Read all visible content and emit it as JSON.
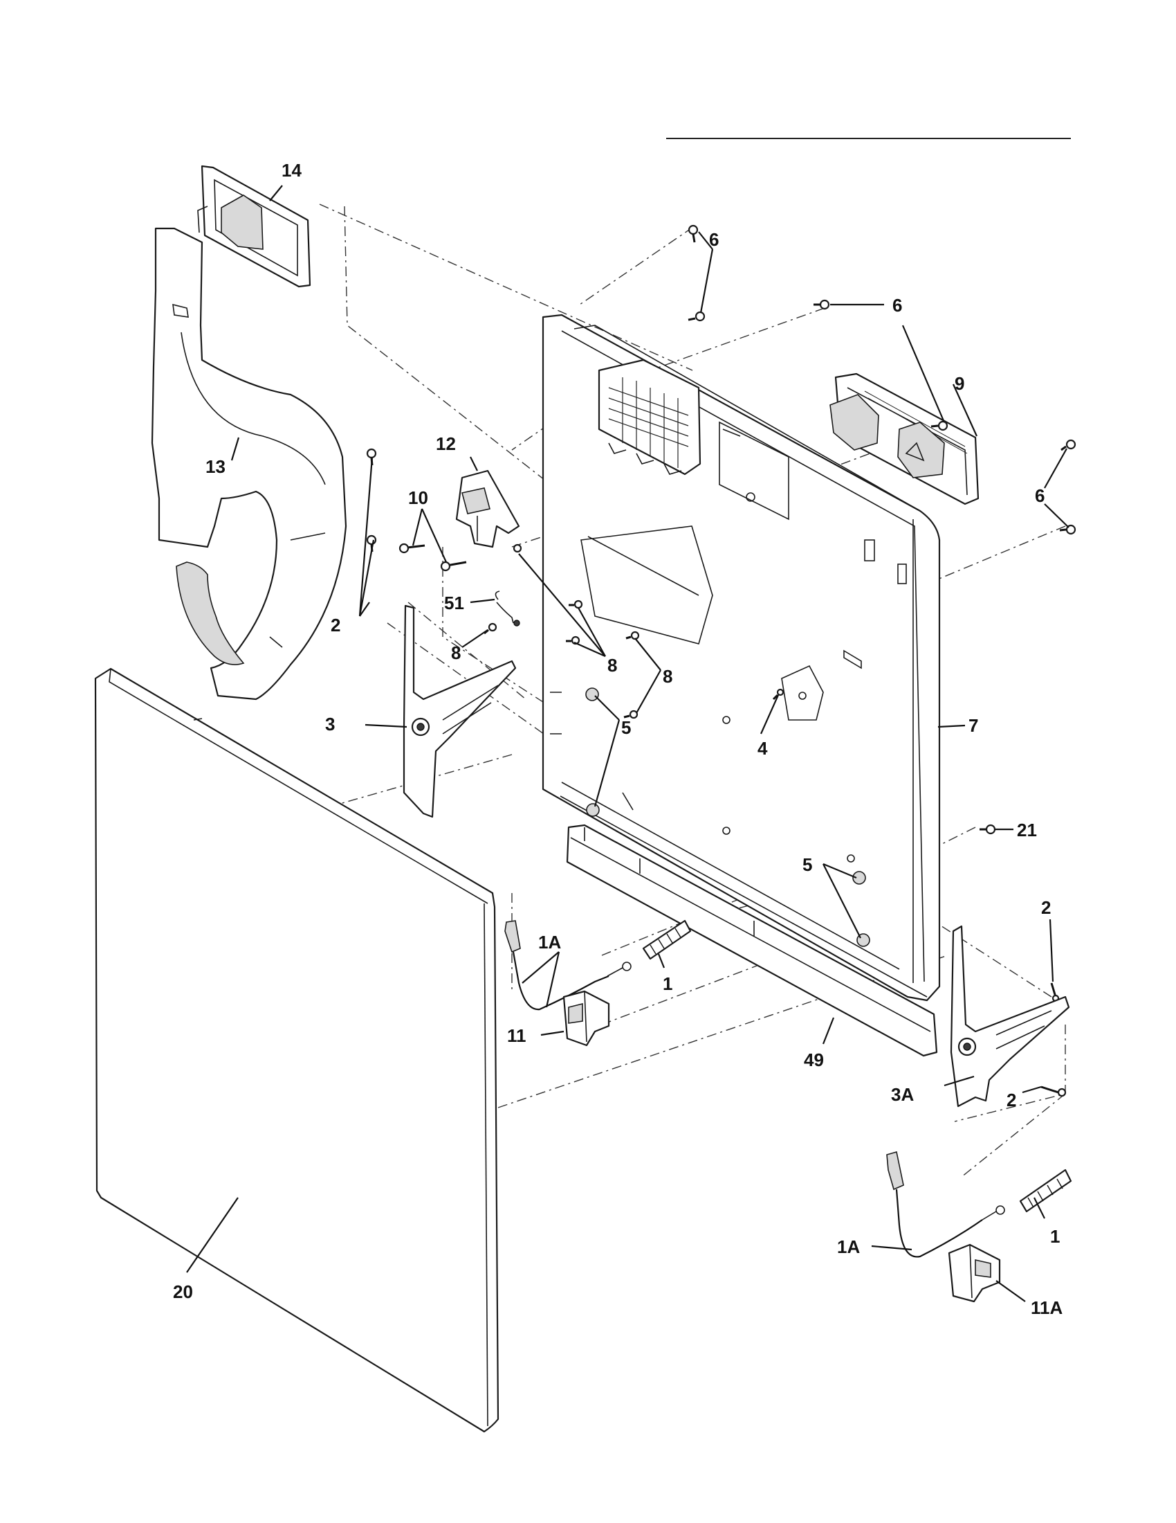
{
  "diagram": {
    "type": "exploded-parts-view",
    "callouts": [
      {
        "id": "c14",
        "text": "14"
      },
      {
        "id": "c13",
        "text": "13"
      },
      {
        "id": "c12",
        "text": "12"
      },
      {
        "id": "c10",
        "text": "10"
      },
      {
        "id": "c51",
        "text": "51"
      },
      {
        "id": "c2a",
        "text": "2"
      },
      {
        "id": "c8a",
        "text": "8"
      },
      {
        "id": "c8b",
        "text": "8"
      },
      {
        "id": "c8c",
        "text": "8"
      },
      {
        "id": "c3",
        "text": "3"
      },
      {
        "id": "c5a",
        "text": "5"
      },
      {
        "id": "c4",
        "text": "4"
      },
      {
        "id": "c6a",
        "text": "6"
      },
      {
        "id": "c6b",
        "text": "6"
      },
      {
        "id": "c6c",
        "text": "6"
      },
      {
        "id": "c9",
        "text": "9"
      },
      {
        "id": "c7",
        "text": "7"
      },
      {
        "id": "c21",
        "text": "21"
      },
      {
        "id": "c5b",
        "text": "5"
      },
      {
        "id": "c2b",
        "text": "2"
      },
      {
        "id": "c1Aa",
        "text": "1A"
      },
      {
        "id": "c1a",
        "text": "1"
      },
      {
        "id": "c11",
        "text": "11"
      },
      {
        "id": "c49",
        "text": "49"
      },
      {
        "id": "c3A",
        "text": "3A"
      },
      {
        "id": "c2c",
        "text": "2"
      },
      {
        "id": "c1Ab",
        "text": "1A"
      },
      {
        "id": "c1b",
        "text": "1"
      },
      {
        "id": "c11A",
        "text": "11A"
      },
      {
        "id": "c20",
        "text": "20"
      }
    ]
  }
}
